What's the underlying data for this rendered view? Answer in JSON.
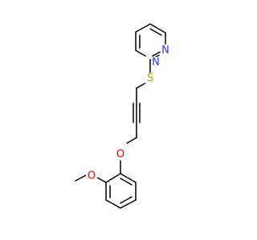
{
  "structure": {
    "atoms": {
      "n1": {
        "symbol": "N",
        "color": "#3333ff"
      },
      "n2": {
        "symbol": "N",
        "color": "#3333ff"
      },
      "s": {
        "symbol": "S",
        "color": "#b2a200"
      },
      "o1": {
        "symbol": "O",
        "color": "#ff0000"
      },
      "o2": {
        "symbol": "O",
        "color": "#ff0000"
      }
    },
    "bond_color": "#000000"
  }
}
